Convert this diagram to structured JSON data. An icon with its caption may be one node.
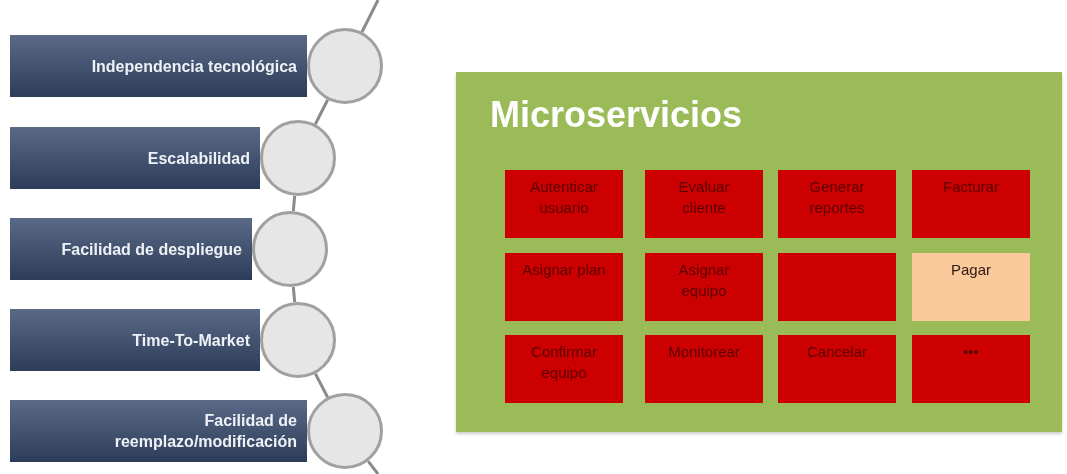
{
  "diagram": {
    "nodes": [
      {
        "text": [
          "Independencia tecnológica"
        ]
      },
      {
        "text": [
          "Escalabilidad"
        ]
      },
      {
        "text": [
          "Facilidad de despliegue"
        ]
      },
      {
        "text": [
          "Time-To-Market"
        ]
      },
      {
        "text": [
          "Facilidad de reemplazo/modificación"
        ]
      },
      {
        "text": [],
        "shape": "circle"
      },
      {
        "text": [],
        "shape": "circle"
      },
      {
        "text": [],
        "shape": "circle"
      },
      {
        "text": [],
        "shape": "circle"
      },
      {
        "text": [],
        "shape": "circle"
      },
      {
        "text": [
          "Microservicios"
        ]
      },
      {
        "text": [
          "Autenticar usuario"
        ],
        "in": 10
      },
      {
        "text": [
          "Evaluar cliente"
        ],
        "in": 10
      },
      {
        "text": [
          "Generar reportes"
        ],
        "in": 10
      },
      {
        "text": [
          "Facturar"
        ],
        "in": 10
      },
      {
        "text": [
          "Asignar plan"
        ],
        "in": 10
      },
      {
        "text": [
          "Asignar equipo"
        ],
        "in": 10
      },
      {
        "text": [],
        "shape": "box",
        "in": 10
      },
      {
        "text": [
          "Pagar"
        ],
        "in": 10
      },
      {
        "text": [
          "Confirmar equipo"
        ],
        "in": 10
      },
      {
        "text": [
          "Monitorear"
        ],
        "in": 10
      },
      {
        "text": [
          "Cancelar"
        ],
        "in": 10
      },
      {
        "text": [
          "•••"
        ],
        "in": 10
      }
    ],
    "edges": [
      {
        "from": null,
        "to": 5,
        "arrow": "none"
      },
      {
        "from": 5,
        "to": 6,
        "arrow": "none"
      },
      {
        "from": 6,
        "to": 7,
        "arrow": "none"
      },
      {
        "from": 7,
        "to": 8,
        "arrow": "none"
      },
      {
        "from": 8,
        "to": 9,
        "arrow": "none"
      },
      {
        "from": 9,
        "to": null,
        "arrow": "none"
      }
    ]
  }
}
